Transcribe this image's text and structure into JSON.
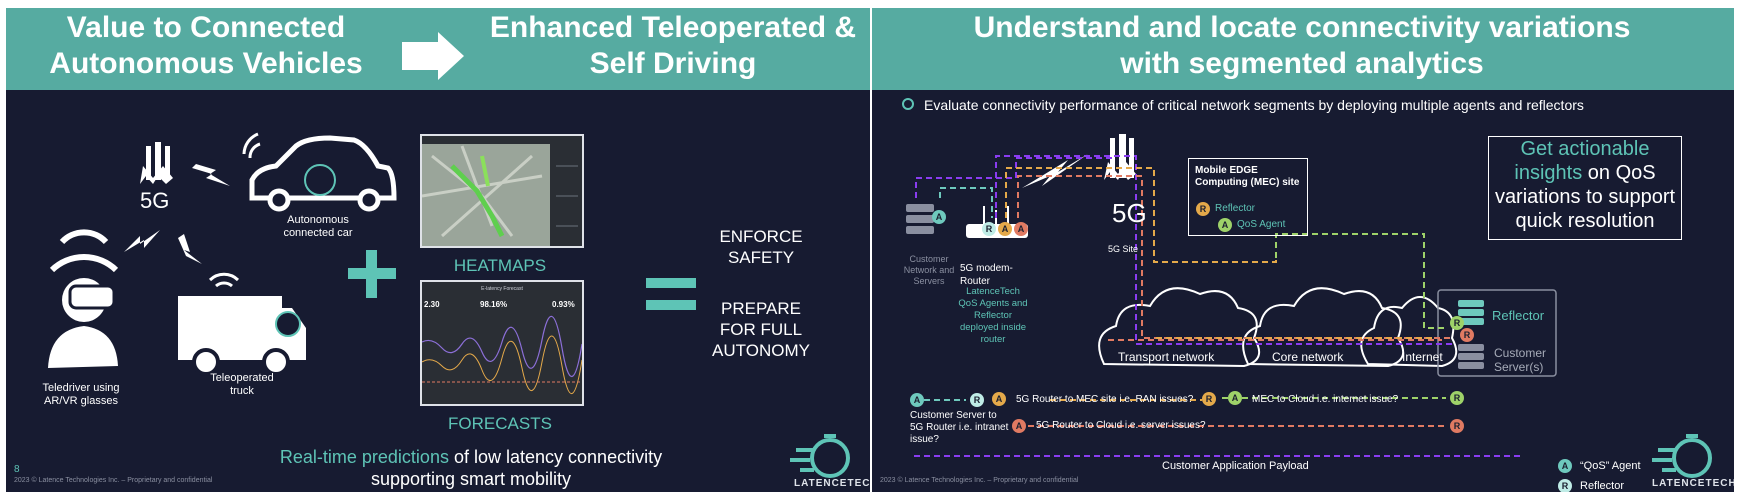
{
  "left_slide": {
    "title_left": "Value to Connected Autonomous Vehicles",
    "title_right": "Enhanced Teleoperated & Self Driving",
    "fiveg_label": "5G",
    "car_label": "Autonomous connected car",
    "teledriver_label": "Teledriver using AR/VR glasses",
    "truck_label": "Teleoperated truck",
    "heatmaps_label": "HEATMAPS",
    "forecasts_label": "FORECASTS",
    "forecast_screen": {
      "title": "E-latency Forecast",
      "metric_1": "2.30",
      "metric_2": "98.16%",
      "metric_3": "0.93%"
    },
    "enforce_safety": "ENFORCE SAFETY",
    "prepare_autonomy": "PREPARE FOR FULL AUTONOMY",
    "tagline_highlight": "Real-time predictions",
    "tagline_rest_1": "of low latency connectivity",
    "tagline_rest_2": "supporting smart mobility",
    "page_number": "8",
    "copyright": "2023 © Latence Technologies Inc. – Proprietary and confidential",
    "logo_text": "LATENCETECH"
  },
  "right_slide": {
    "title": "Understand and locate connectivity variations with segmented analytics",
    "bullet": "Evaluate connectivity performance of critical network segments by deploying multiple agents and reflectors",
    "customer_network_label": "Customer Network and Servers",
    "router_label": "5G modem-Router",
    "router_note": "LatenceTech QoS Agents and Reflector deployed inside router",
    "site_label": "5G Site",
    "fiveg_label": "5G",
    "mec_title": "Mobile EDGE Computing (MEC) site",
    "mec_reflector": "Reflector",
    "mec_agent": "QoS Agent",
    "insight_highlight": "Get actionable insights",
    "insight_rest": "on QoS variations to support quick resolution",
    "transport_network": "Transport network",
    "core_network": "Core network",
    "internet": "Internet",
    "right_reflector": "Reflector",
    "customer_servers": "Customer Server(s)",
    "legend_line_1": "Customer Server to 5G Router i.e. intranet issue?",
    "legend_line_2": "5G Router to MEC site i.e. RAN issues?",
    "legend_line_3": "MEC to Cloud i.e. internet issue?",
    "legend_line_4": "5G Router to Cloud i.e. server issues?",
    "payload_label": "Customer Application Payload",
    "key_agent": "“QoS” Agent",
    "key_reflector": "Reflector",
    "badge_a": "A",
    "badge_r": "R",
    "copyright": "2023 © Latence Technologies Inc. – Proprietary and confidential",
    "logo_text": "LATENCETECH"
  },
  "colors": {
    "band": "#56aba1",
    "background": "#171b31",
    "teal_text": "#5ec4b6",
    "purple_path": "#8a3cf0",
    "orange_path": "#e4a94a",
    "red_path": "#e07a62",
    "green_path": "#9ed269",
    "cyan_path": "#6ec9bd"
  },
  "icons": [
    "antenna-icon",
    "lightning-icon",
    "car-icon",
    "truck-icon",
    "wifi-icon",
    "vr-person-icon",
    "plus-icon",
    "equals-icon",
    "arrow-right-icon",
    "server-icon",
    "router-icon",
    "cloud-icon",
    "stopwatch-logo-icon"
  ]
}
